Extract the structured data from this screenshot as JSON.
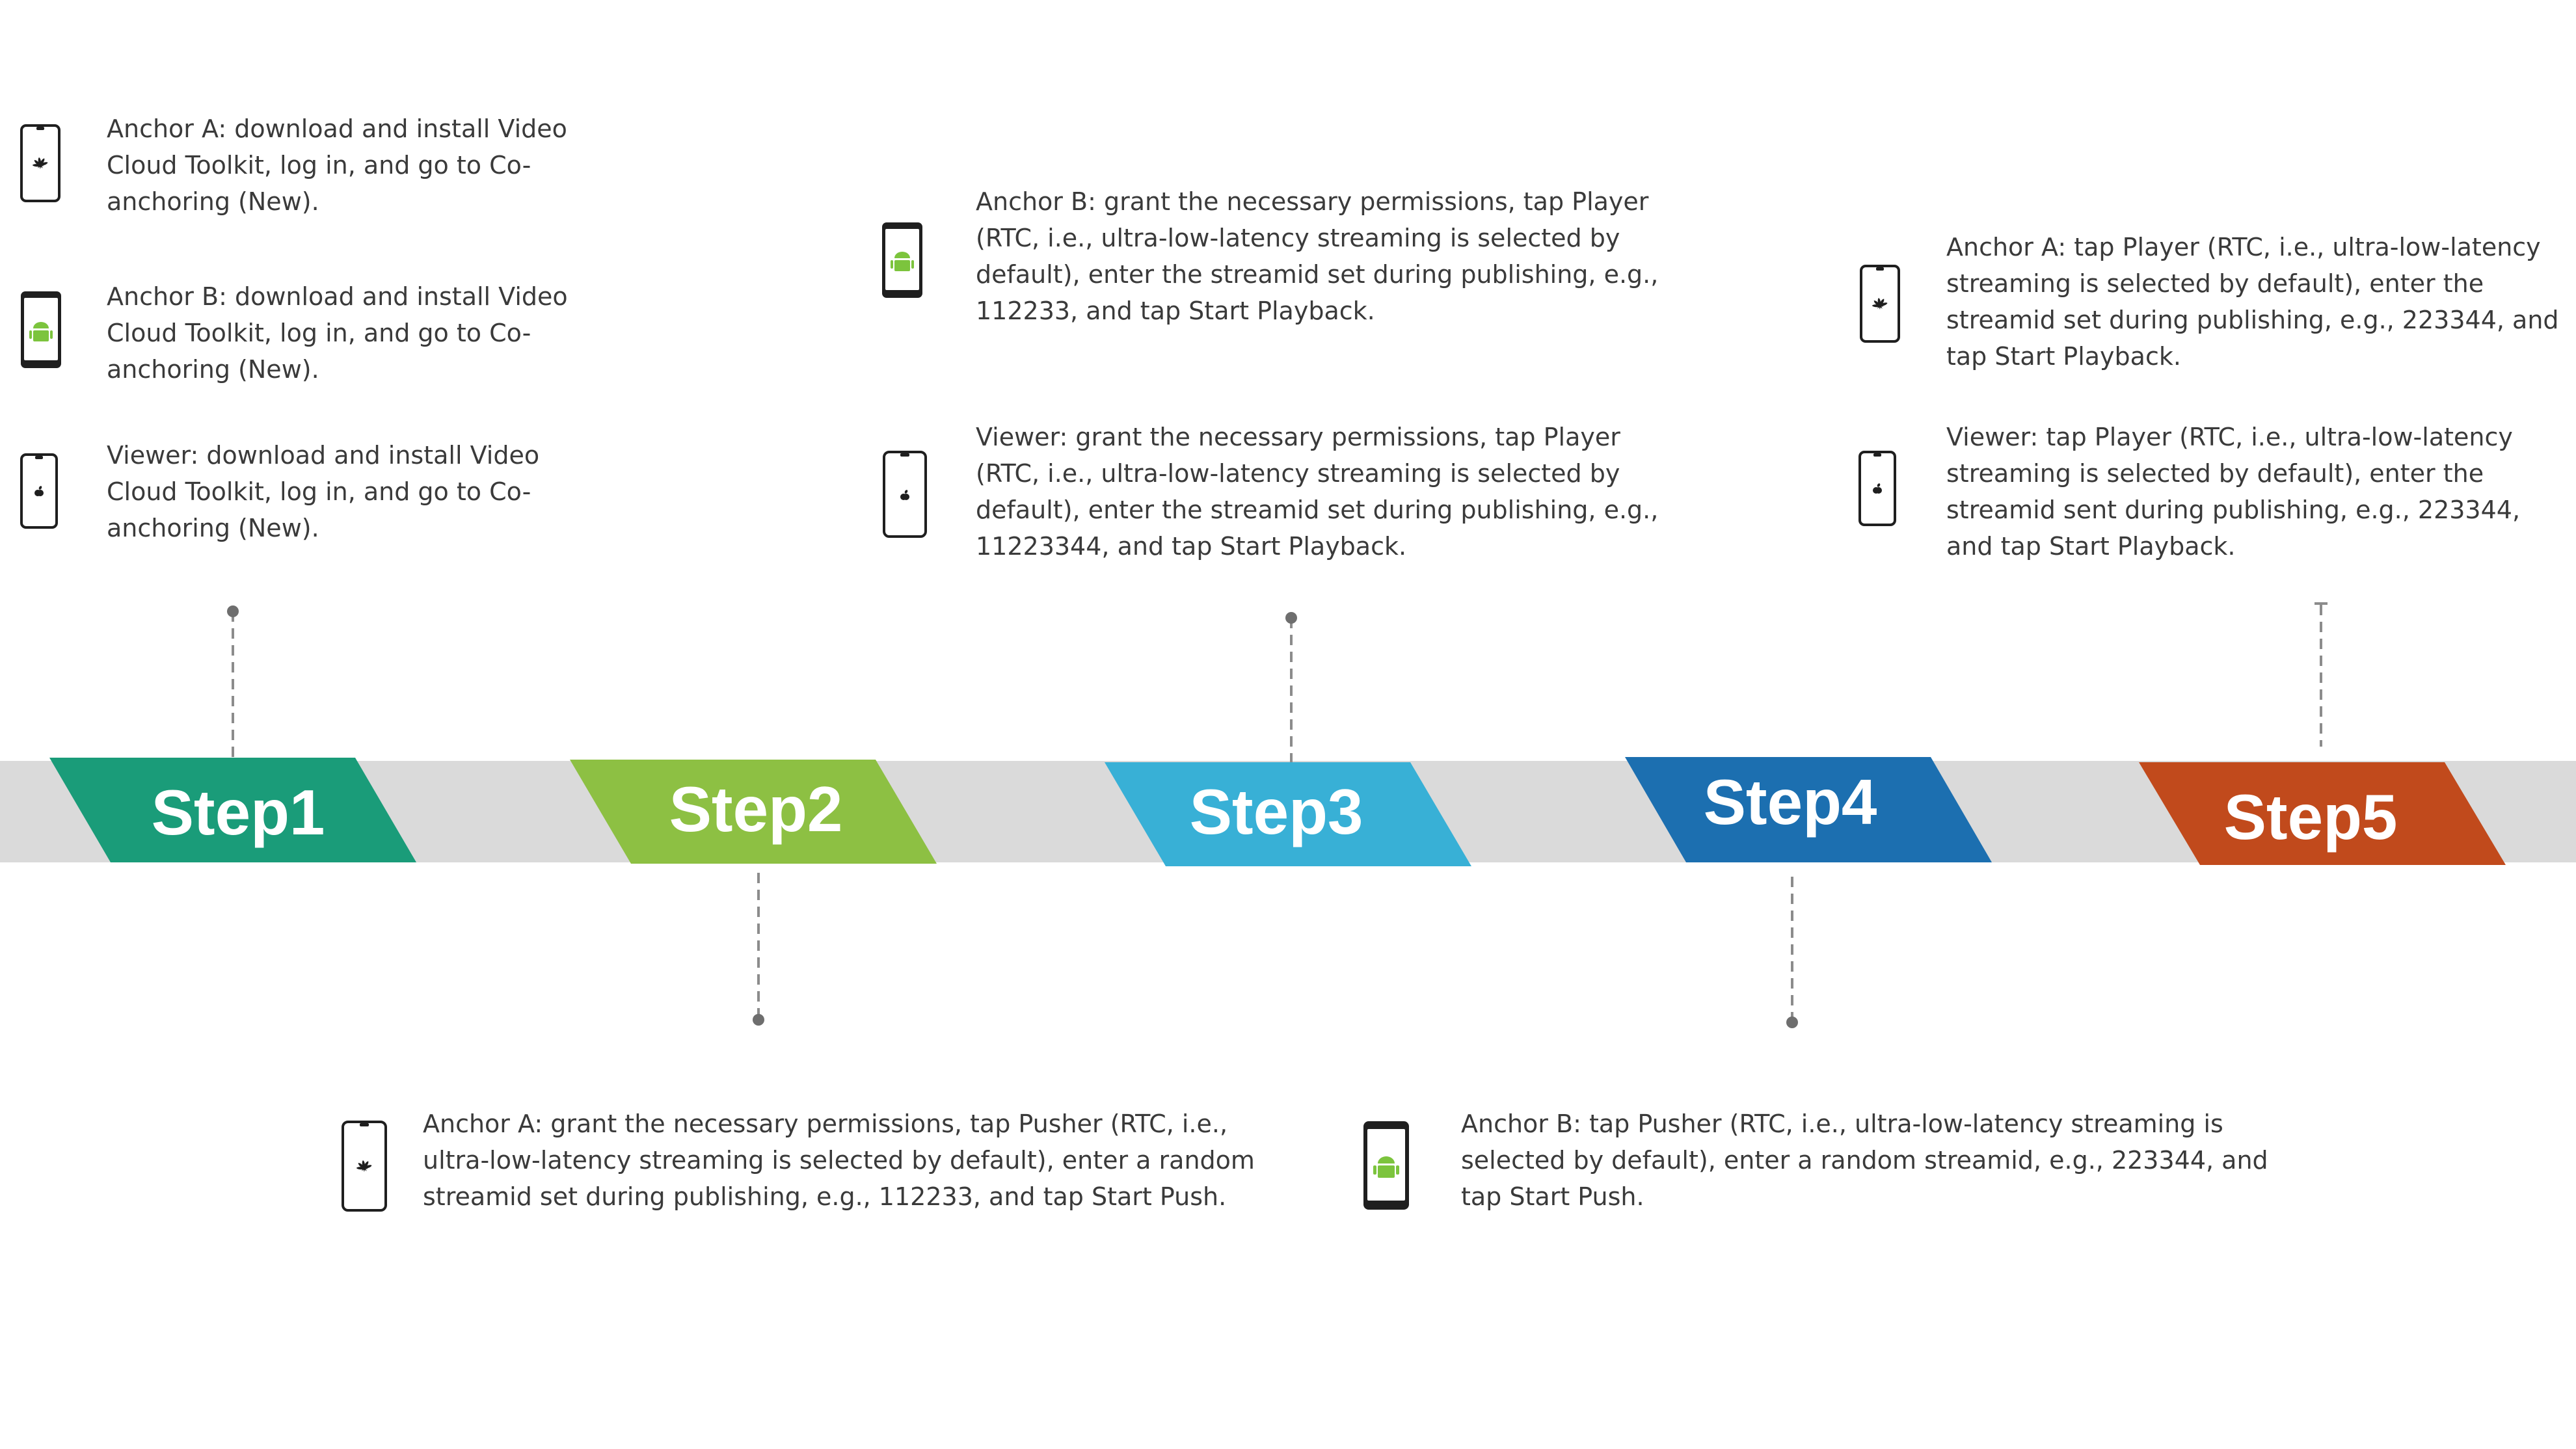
{
  "palette": {
    "band": "#dadada",
    "step1": "#1a9c79",
    "step2": "#8dc043",
    "step3": "#38b0d6",
    "step4": "#1c6fb0",
    "step5": "#c14a1c",
    "connector": "#8c8c8c",
    "android_green": "#7cc43d",
    "phone_frame": "#1f1f1f",
    "text": "#3a3a3a"
  },
  "steps": [
    {
      "label": "Step1"
    },
    {
      "label": "Step2"
    },
    {
      "label": "Step3"
    },
    {
      "label": "Step4"
    },
    {
      "label": "Step5"
    }
  ],
  "notes": [
    {
      "device_icon": "huawei-icon",
      "phone_style": "outline",
      "text": "Anchor A: download and install Video Cloud Toolkit, log in, and go to Co-anchoring (New)."
    },
    {
      "device_icon": "android-icon",
      "phone_style": "solid",
      "text": "Anchor B: download and install Video Cloud Toolkit, log in, and go to Co-anchoring (New)."
    },
    {
      "device_icon": "apple-icon",
      "phone_style": "outline",
      "text": "Viewer: download and install Video Cloud Toolkit, log in, and go to Co-anchoring (New)."
    },
    {
      "device_icon": "huawei-icon",
      "phone_style": "outline",
      "text": "Anchor A: grant the necessary permissions, tap Pusher (RTC, i.e., ultra-low-latency streaming is selected by default), enter a random streamid set during publishing, e.g., 112233, and tap Start Push."
    },
    {
      "device_icon": "android-icon",
      "phone_style": "solid",
      "text": "Anchor B: grant the necessary permissions, tap Player (RTC, i.e., ultra-low-latency streaming is selected by default), enter the streamid set during publishing, e.g., 112233, and tap Start Playback."
    },
    {
      "device_icon": "apple-icon",
      "phone_style": "outline",
      "text": "Viewer: grant the necessary permissions, tap Player (RTC, i.e., ultra-low-latency streaming is selected by default), enter the streamid set during publishing, e.g., 11223344, and tap Start Playback."
    },
    {
      "device_icon": "android-icon",
      "phone_style": "solid",
      "text": "Anchor B: tap Pusher (RTC, i.e., ultra-low-latency streaming is selected by default), enter a random streamid, e.g., 223344, and tap Start Push."
    },
    {
      "device_icon": "huawei-icon",
      "phone_style": "outline",
      "text": "Anchor A: tap Player (RTC, i.e., ultra-low-latency streaming is selected by default), enter the streamid set during publishing, e.g., 223344, and tap Start Playback."
    },
    {
      "device_icon": "apple-icon",
      "phone_style": "outline",
      "text": "Viewer: tap Player (RTC, i.e., ultra-low-latency streaming is selected by default), enter the streamid sent during publishing, e.g., 223344, and tap Start Playback."
    }
  ]
}
